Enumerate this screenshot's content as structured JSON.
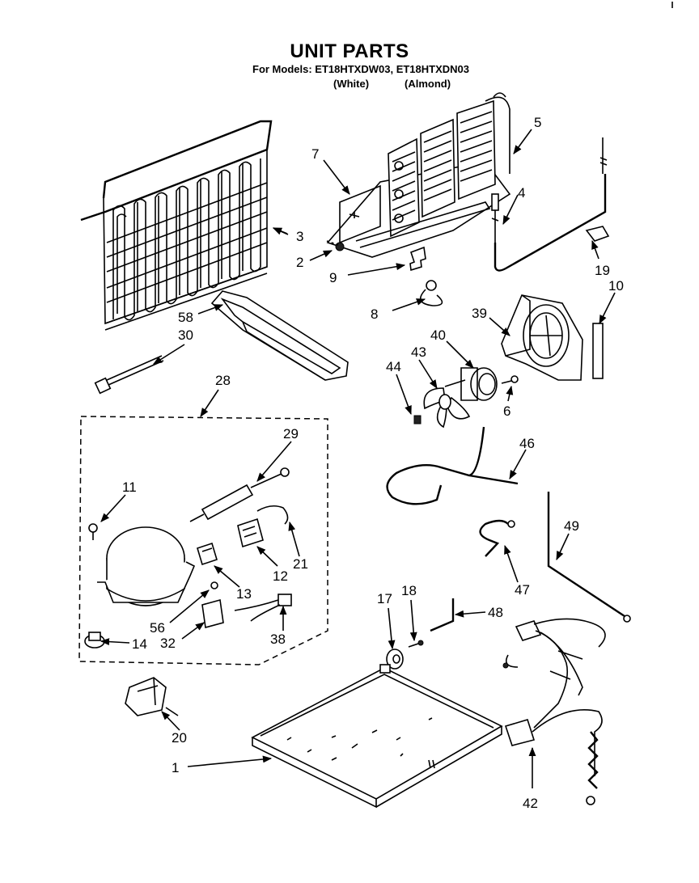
{
  "header": {
    "title": "UNIT PARTS",
    "models_line": "For Models: ET18HTXDW03, ET18HTXDN03",
    "variant_white": "(White)",
    "variant_almond": "(Almond)"
  },
  "callouts": {
    "c1": "1",
    "c2": "2",
    "c3": "3",
    "c4": "4",
    "c5": "5",
    "c6": "6",
    "c7": "7",
    "c8": "8",
    "c9": "9",
    "c10": "10",
    "c11": "11",
    "c12": "12",
    "c13": "13",
    "c14": "14",
    "c17": "17",
    "c18": "18",
    "c19": "19",
    "c20": "20",
    "c21": "21",
    "c28": "28",
    "c29": "29",
    "c30": "30",
    "c32": "32",
    "c38": "38",
    "c39": "39",
    "c40": "40",
    "c42": "42",
    "c43": "43",
    "c44": "44",
    "c46": "46",
    "c47": "47",
    "c48": "48",
    "c49": "49",
    "c56": "56",
    "c58": "58"
  }
}
